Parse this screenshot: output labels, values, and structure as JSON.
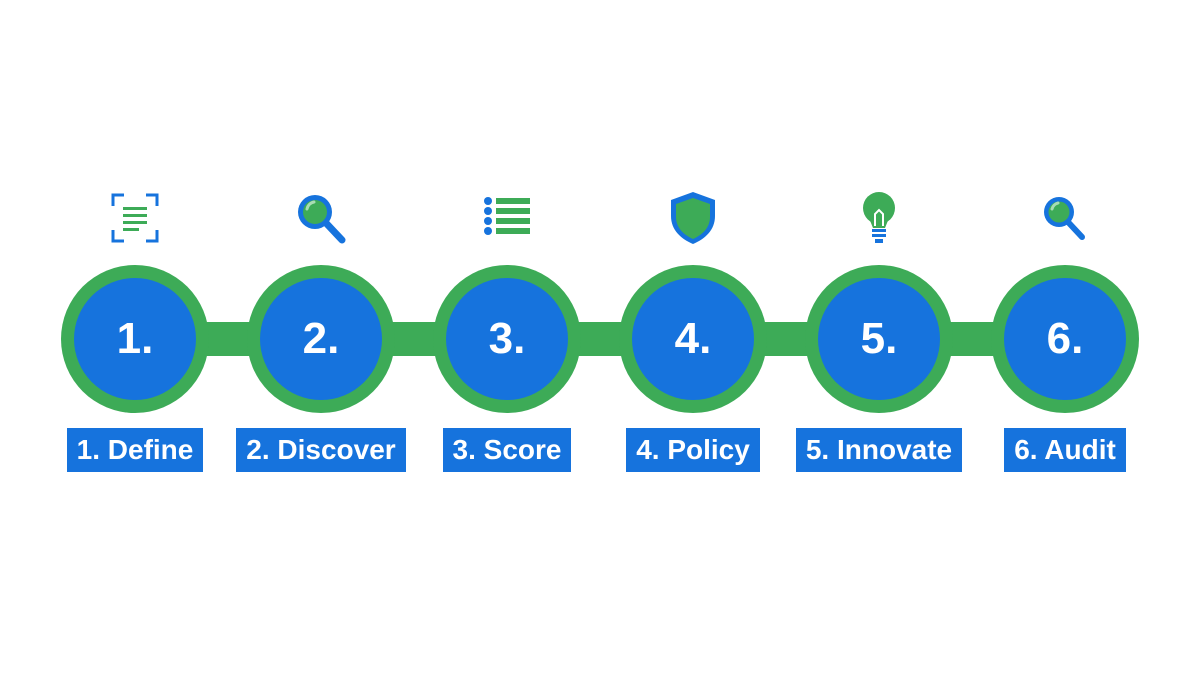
{
  "colors": {
    "ring": "#3dab57",
    "core": "#1673dd",
    "label_bg": "#1673dd",
    "text": "#ffffff"
  },
  "steps": [
    {
      "number": "1.",
      "label": "1. Define",
      "icon": "document-scan-icon"
    },
    {
      "number": "2.",
      "label": "2. Discover",
      "icon": "magnifier-icon"
    },
    {
      "number": "3.",
      "label": "3. Score",
      "icon": "list-icon"
    },
    {
      "number": "4.",
      "label": "4. Policy",
      "icon": "shield-icon"
    },
    {
      "number": "5.",
      "label": "5. Innovate",
      "icon": "lightbulb-icon"
    },
    {
      "number": "6.",
      "label": "6. Audit",
      "icon": "magnifier-icon"
    }
  ]
}
